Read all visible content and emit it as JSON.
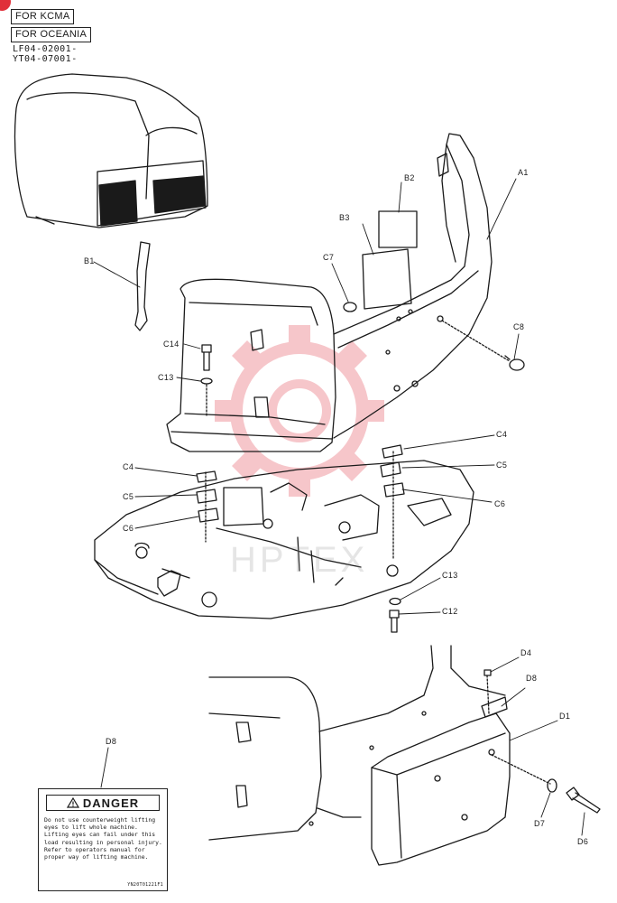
{
  "header": {
    "region_box_1": "FOR KCMA",
    "region_box_2": "FOR OCEANIA",
    "serial_1": "LF04-02001-",
    "serial_2": "YT04-07001-"
  },
  "callouts": {
    "A1": "A1",
    "B1": "B1",
    "B2": "B2",
    "B3": "B3",
    "C4_right": "C4",
    "C5_right": "C5",
    "C6_right": "C6",
    "C4_left": "C4",
    "C5_left": "C5",
    "C6_left": "C6",
    "C7": "C7",
    "C8": "C8",
    "C12": "C12",
    "C13_top": "C13",
    "C13_bottom": "C13",
    "C14": "C14",
    "D1": "D1",
    "D4": "D4",
    "D6": "D6",
    "D7": "D7",
    "D8_label": "D8",
    "D8_decal": "D8"
  },
  "danger_decal": {
    "title": "DANGER",
    "line_1": "Do not use counterweight lifting",
    "line_2": "eyes to lift whole machine.",
    "line_3": "Lifting eyes can fail under this",
    "line_4": "load resulting in personal injury.",
    "line_5": "Refer to operators manual for",
    "line_6": "proper way of lifting machine.",
    "code": "YN20T01221F1"
  },
  "watermark": "HPTEX",
  "colors": {
    "line": "#1a1a1a",
    "watermark_red": "#f2a0a8",
    "corner_badge": "#e0303a"
  }
}
